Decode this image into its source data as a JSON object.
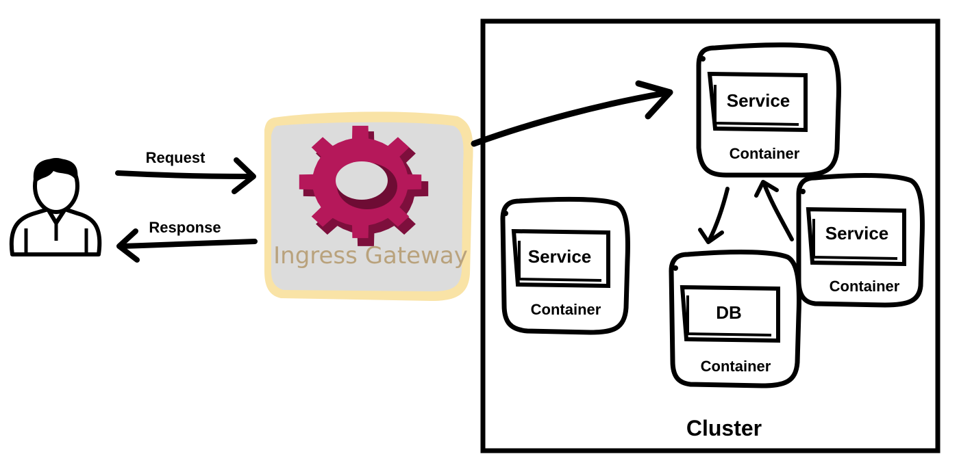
{
  "arrows": {
    "request_label": "Request",
    "response_label": "Response"
  },
  "gateway": {
    "label": "Ingress Gateway",
    "label_color": "#b9a27c",
    "gear_color": "#b5185a",
    "halo_color": "#f9e3a6",
    "box_color": "#dcdcdc"
  },
  "cluster": {
    "label": "Cluster",
    "containers": [
      {
        "inner_label": "Service",
        "outer_label": "Container"
      },
      {
        "inner_label": "Service",
        "outer_label": "Container"
      },
      {
        "inner_label": "DB",
        "outer_label": "Container"
      },
      {
        "inner_label": "Service",
        "outer_label": "Container"
      }
    ]
  }
}
